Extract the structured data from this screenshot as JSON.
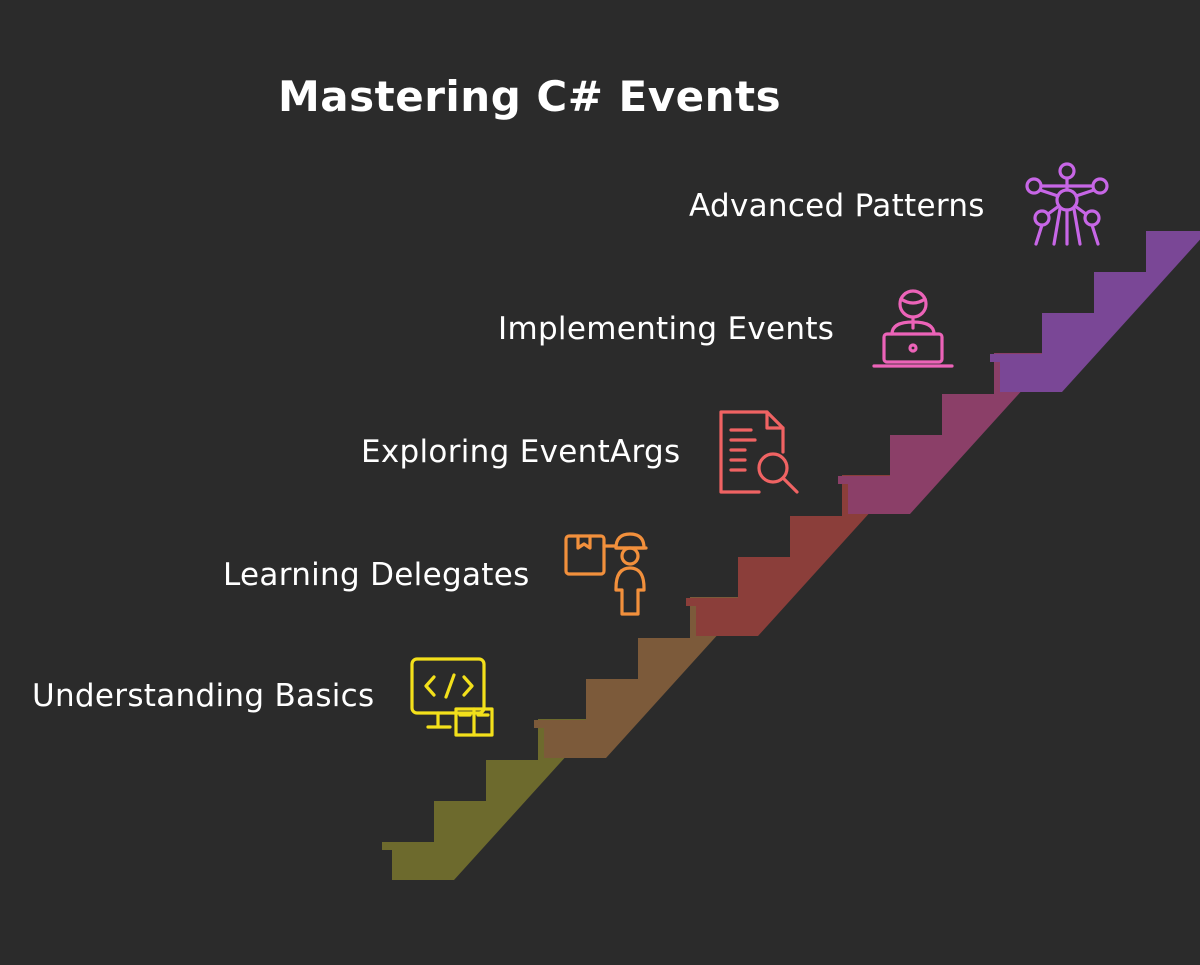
{
  "title": "Mastering C# Events",
  "steps": [
    {
      "label": "Understanding Basics",
      "icon": "code-monitor-book-icon",
      "color": "#f3e01b",
      "stair_color": "#6d6a2d"
    },
    {
      "label": "Learning Delegates",
      "icon": "delivery-person-icon",
      "color": "#f2903c",
      "stair_color": "#7c5a3a"
    },
    {
      "label": "Exploring EventArgs",
      "icon": "document-search-icon",
      "color": "#f06363",
      "stair_color": "#8b3e3a"
    },
    {
      "label": "Implementing Events",
      "icon": "person-laptop-icon",
      "color": "#ec63b8",
      "stair_color": "#8b3f68"
    },
    {
      "label": "Advanced Patterns",
      "icon": "network-hub-icon",
      "color": "#c766e6",
      "stair_color": "#7a4796"
    }
  ]
}
